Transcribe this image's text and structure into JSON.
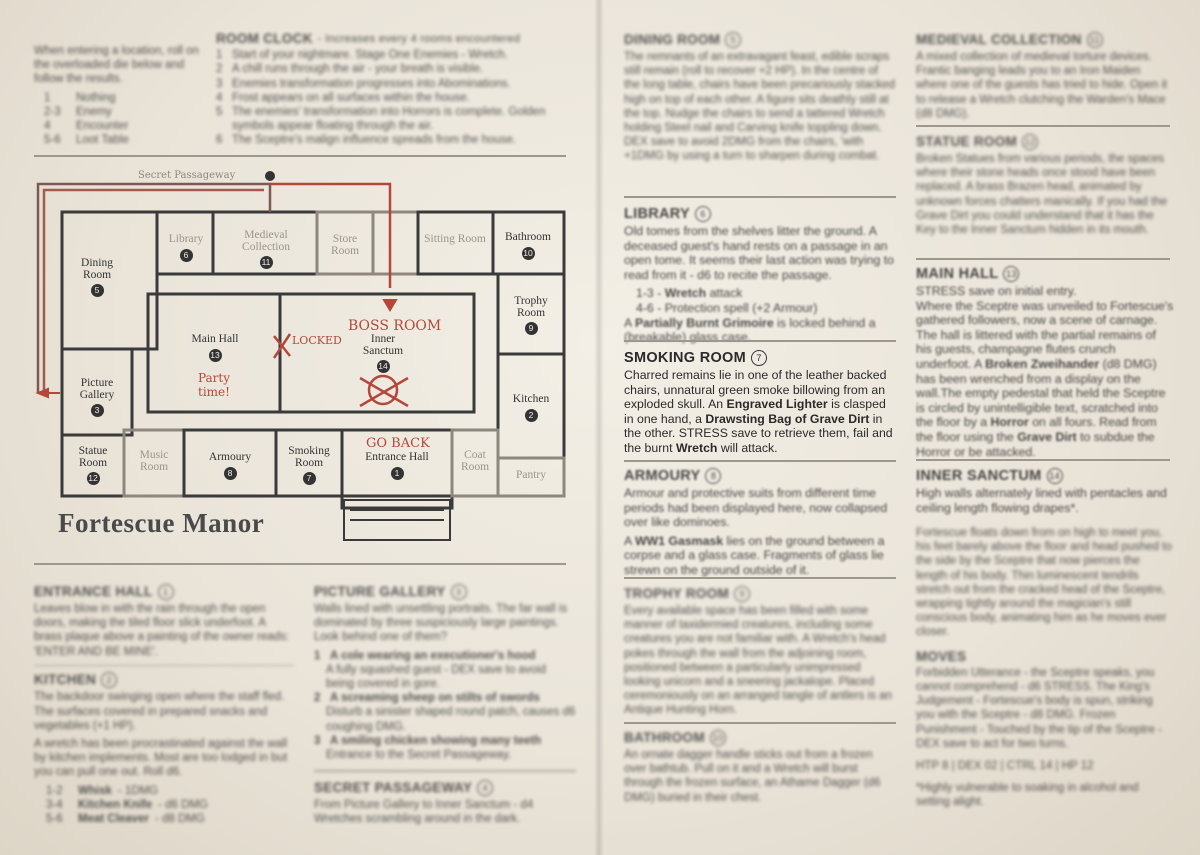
{
  "title": "Fortescue Manor",
  "intro": {
    "text": "When entering a location, roll on the overloaded die below and follow the results.",
    "results": [
      {
        "k": "1",
        "v": "Nothing"
      },
      {
        "k": "2-3",
        "v": "Enemy"
      },
      {
        "k": "4",
        "v": "Encounter"
      },
      {
        "k": "5-6",
        "v": "Loot Table"
      }
    ]
  },
  "room_clock": {
    "header": "ROOM CLOCK",
    "sub": "- Increases every 4 rooms encountered",
    "items": [
      {
        "k": "1",
        "v": "Start of your nightmare. Stage One Enemies - Wretch."
      },
      {
        "k": "2",
        "v": "A chill runs through the air - your breath is visible."
      },
      {
        "k": "3",
        "v": "Enemies transformation progresses into Abominations."
      },
      {
        "k": "4",
        "v": "Frost appears on all surfaces within the house."
      },
      {
        "k": "5",
        "v": "The enemies' transformation into Horrors is complete. Golden symbols appear floating through the air."
      },
      {
        "k": "6",
        "v": "The Sceptre's malign influence spreads from the house."
      }
    ]
  },
  "map": {
    "secret": "Secret Passageway",
    "rooms": [
      {
        "name": "Dining Room",
        "num": "5"
      },
      {
        "name": "Library",
        "num": "6"
      },
      {
        "name": "Medieval Collection",
        "num": "11"
      },
      {
        "name": "Store Room",
        "num": ""
      },
      {
        "name": "Sitting Room",
        "num": ""
      },
      {
        "name": "Bathroom",
        "num": "10"
      },
      {
        "name": "Trophy Room",
        "num": "9"
      },
      {
        "name": "Main Hall",
        "num": "13"
      },
      {
        "name": "Inner Sanctum",
        "num": "14"
      },
      {
        "name": "Picture Gallery",
        "num": "3"
      },
      {
        "name": "Kitchen",
        "num": "2"
      },
      {
        "name": "Statue Room",
        "num": "12"
      },
      {
        "name": "Music Room",
        "num": ""
      },
      {
        "name": "Armoury",
        "num": "8"
      },
      {
        "name": "Smoking Room",
        "num": "7"
      },
      {
        "name": "Entrance Hall",
        "num": "1"
      },
      {
        "name": "Coat Room",
        "num": ""
      },
      {
        "name": "Pantry",
        "num": ""
      }
    ],
    "notes": {
      "locked": "LOCKED",
      "boss": "BOSS ROOM",
      "party": "Party time!",
      "goback": "GO BACK"
    }
  },
  "entrance_hall": {
    "header": "ENTRANCE HALL",
    "num": "1",
    "text": "Leaves blow in with the rain through the open doors, making the tiled floor slick underfoot. A brass plaque above a painting of the owner reads: 'ENTER AND BE MINE'."
  },
  "kitchen": {
    "header": "KITCHEN",
    "num": "2",
    "text": "The backdoor swinging open where the staff fled. The surfaces covered in prepared snacks and vegetables (+1 HP).",
    "text2": "A wretch has been procrastinated against the wall by kitchen implements. Most are too lodged in but you can pull one out. Roll d6.",
    "items": [
      {
        "k": "1-2",
        "v": "Whisk",
        "r": "- 1DMG"
      },
      {
        "k": "3-4",
        "v": "Kitchen Knife",
        "r": "- d6 DMG"
      },
      {
        "k": "5-6",
        "v": "Meat Cleaver",
        "r": "- d8 DMG"
      }
    ]
  },
  "picture_gallery": {
    "header": "PICTURE GALLERY",
    "num": "3",
    "text": "Walls lined with unsettling portraits. The far wall is dominated by three suspiciously large paintings. Look behind one of them?",
    "items": [
      {
        "k": "1",
        "v": "A cole wearing an executioner's hood",
        "r": "A fully squashed guest - DEX save to avoid being covered in gore."
      },
      {
        "k": "2",
        "v": "A screaming sheep on stilts of swords",
        "r": "Disturb a sinister shaped round patch, causes d6 coughing DMG."
      },
      {
        "k": "3",
        "v": "A smiling chicken showing many teeth",
        "r": "Entrance to the Secret Passageway."
      }
    ]
  },
  "secret_passageway": {
    "header": "SECRET PASSAGEWAY",
    "num": "4",
    "text": "From Picture Gallery to Inner Sanctum - d4 Wretches scrambling around in the dark."
  },
  "dining_room": {
    "header": "DINING ROOM",
    "num": "5",
    "text": "The remnants of an extravagant feast, edible scraps still remain (roll to recover +2 HP). In the centre of the long table, chairs have been precariously stacked high on top of each other. A figure sits deathly still at the top. Nudge the chairs to send a tattered Wretch holding Steel nail and Carving knife toppling down. DEX save to avoid 2DMG from the chairs, 'with +1DMG by using a turn to sharpen during combat."
  },
  "library": {
    "header": "LIBRARY",
    "num": "6",
    "text": "Old tomes from the shelves litter the ground. A deceased guest's hand rests on a passage in an open tome. It seems their last action was trying to read from it - d6 to recite the passage.",
    "opts": [
      {
        "k": "1-3 - ",
        "b": "Wretch",
        "r": " attack"
      },
      {
        "k": "4-6 - ",
        "b": "",
        "r": "Protection spell (+2 Armour)"
      }
    ],
    "tail_a": "A ",
    "tail_b": "Partially Burnt Grimoire",
    "tail_c": " is locked behind a (breakable) glass case."
  },
  "smoking_room": {
    "header": "SMOKING ROOM",
    "num": "7",
    "t1": "Charred remains lie in one of the leather backed chairs, unnatural green smoke billowing from an exploded skull. An ",
    "b1": "Engraved Lighter",
    "t2": " is clasped in one hand, a ",
    "b2": "Drawsting Bag of Grave Dirt",
    "t3": " in the other. STRESS save to retrieve them, fail and the burnt ",
    "b3": "Wretch",
    "t4": " will attack."
  },
  "armoury": {
    "header": "ARMOURY",
    "num": "8",
    "t1": "Armour and protective suits from different time periods had been displayed here, now collapsed over like dominoes.",
    "t2": "A ",
    "b1": "WW1 Gasmask",
    "t3": " lies on the ground between a corpse and a glass case. Fragments of glass lie strewn on the ground outside of it."
  },
  "trophy_room": {
    "header": "TROPHY ROOM",
    "num": "9",
    "text": "Every available space has been filled with some manner of taxidermied creatures, including some creatures you are not familiar with. A Wretch's head pokes through the wall from the adjoining room, positioned between a particularly unimpressed looking unicorn and a sneering jackalope. Placed ceremoniously on an arranged tangle of antlers is an Antique Hunting Horn."
  },
  "bathroom": {
    "header": "BATHROOM",
    "num": "10",
    "text": "An ornate dagger handle sticks out from a frozen over bathtub. Pull on it and a Wretch will burst through the frozen surface, an Athame Dagger (d6 DMG) buried in their chest."
  },
  "medieval_collection": {
    "header": "MEDIEVAL COLLECTION",
    "num": "11",
    "text": "A mixed collection of medieval torture devices. Frantic banging leads you to an Iron Maiden where one of the guests has tried to hide. Open it to release a Wretch clutching the Warden's Mace (d8 DMG)."
  },
  "statue_room": {
    "header": "STATUE ROOM",
    "num": "12",
    "text": "Broken Statues from various periods, the spaces where their stone heads once stood have been replaced. A brass Brazen head, animated by unknown forces chatters manically. If you had the Grave Dirt you could understand that it has the Key to the Inner Sanctum hidden in its mouth."
  },
  "main_hall": {
    "header": "MAIN HALL",
    "num": "13",
    "t1": "STRESS save on initial entry.",
    "t2": "Where the Sceptre was unveiled to Fortescue's gathered followers, now a scene of carnage. The hall is littered with the partial remains of his guests, champagne flutes crunch underfoot. A ",
    "b1": "Broken Zweihander",
    "t3": " (d8 DMG) has been wrenched from a display on the wall.The empty pedestal that held the Sceptre is circled by unintelligible text, scratched into the floor by a ",
    "b2": "Horror",
    "t4": " on all fours. Read from the floor using the ",
    "b3": "Grave Dirt",
    "t5": " to subdue the Horror or be attacked."
  },
  "inner_sanctum": {
    "header": "INNER SANCTUM",
    "num": "14",
    "text": "High walls alternately lined with pentacles and ceiling length flowing drapes*.",
    "text2": "Fortescue floats down from on high to meet you, his feet barely above the floor and head pushed to the side by the Sceptre that now pierces the length of his body. Thin luminescent tendrils stretch out from the cracked head of the Sceptre, wrapping tightly around the magician's still conscious body, animating him as he moves ever closer.",
    "moves_header": "MOVES",
    "moves": "Forbidden Utterance - the Sceptre speaks, you cannot comprehend - d6 STRESS. The King's Judgement - Fortescue's body is spun, striking you with the Sceptre - d8 DMG. Frozen Punishment - Touched by the tip of the Sceptre - DEX save to act for two turns.",
    "stats": "HTP 8 | DEX 02 | CTRL 14 | HP 12",
    "footnote": "*Highly vulnerable to soaking in alcohol and setting alight."
  }
}
